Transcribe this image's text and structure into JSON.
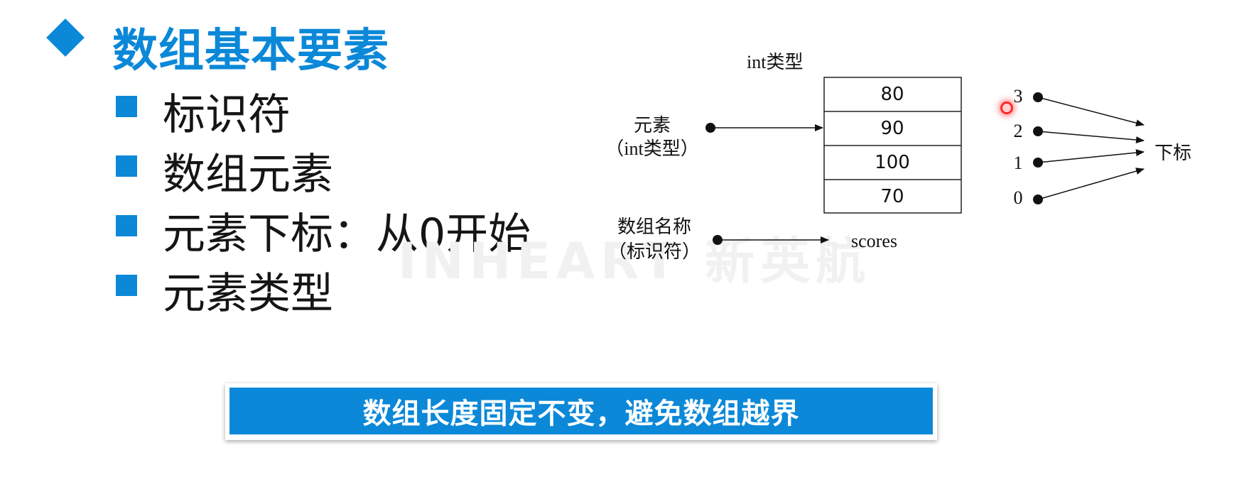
{
  "slide": {
    "title": "数组基本要素",
    "bullets": [
      "标识符",
      "数组元素",
      "元素下标：从0开始",
      "元素类型"
    ],
    "banner": "数组长度固定不变，避免数组越界",
    "watermark": "INHEART 新英航"
  },
  "diagram": {
    "type_label": "int类型",
    "values": [
      "80",
      "90",
      "100",
      "70"
    ],
    "element_label": "元素",
    "element_sub": "（int类型）",
    "array_name_label": "数组名称",
    "array_name_sub": "（标识符）",
    "array_name": "scores",
    "indices": [
      "3",
      "2",
      "1",
      "0"
    ],
    "index_label": "下标"
  },
  "colors": {
    "accent": "#0b88d8",
    "laser_pointer": "#ff2a2a"
  }
}
